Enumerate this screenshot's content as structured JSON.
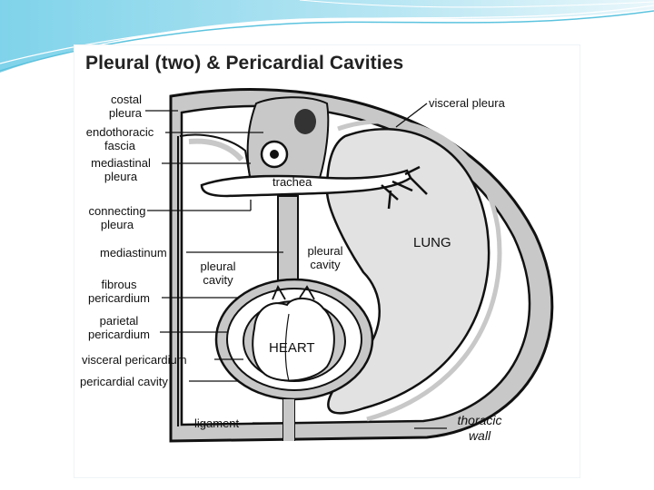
{
  "diagram": {
    "title": "Pleural (two) & Pericardial Cavities",
    "labels": {
      "costal_pleura": "costal\npleura",
      "endothoracic_fascia": "endothoracic\nfascia",
      "mediastinal_pleura": "mediastinal\npleura",
      "connecting_pleura": "connecting\npleura",
      "mediastinum": "mediastinum",
      "fibrous_pericardium": "fibrous\npericardium",
      "parietal_pericardium": "parietal\npericardium",
      "visceral_pericardium": "visceral pericardium",
      "pericardial_cavity": "pericardial cavity",
      "ligament": "ligament",
      "visceral_pleura": "visceral pleura",
      "trachea": "trachea",
      "lung": "LUNG",
      "pleural_cavity_left": "pleural\ncavity",
      "pleural_cavity_right": "pleural\ncavity",
      "heart": "HEART",
      "thoracic_wall": "thoracic\nwall"
    }
  },
  "colors": {
    "accent_wave": "#5bc3de",
    "tissue_fill": "#c8c8c8",
    "lung_fill": "#e2e2e2",
    "outline": "#111111"
  }
}
